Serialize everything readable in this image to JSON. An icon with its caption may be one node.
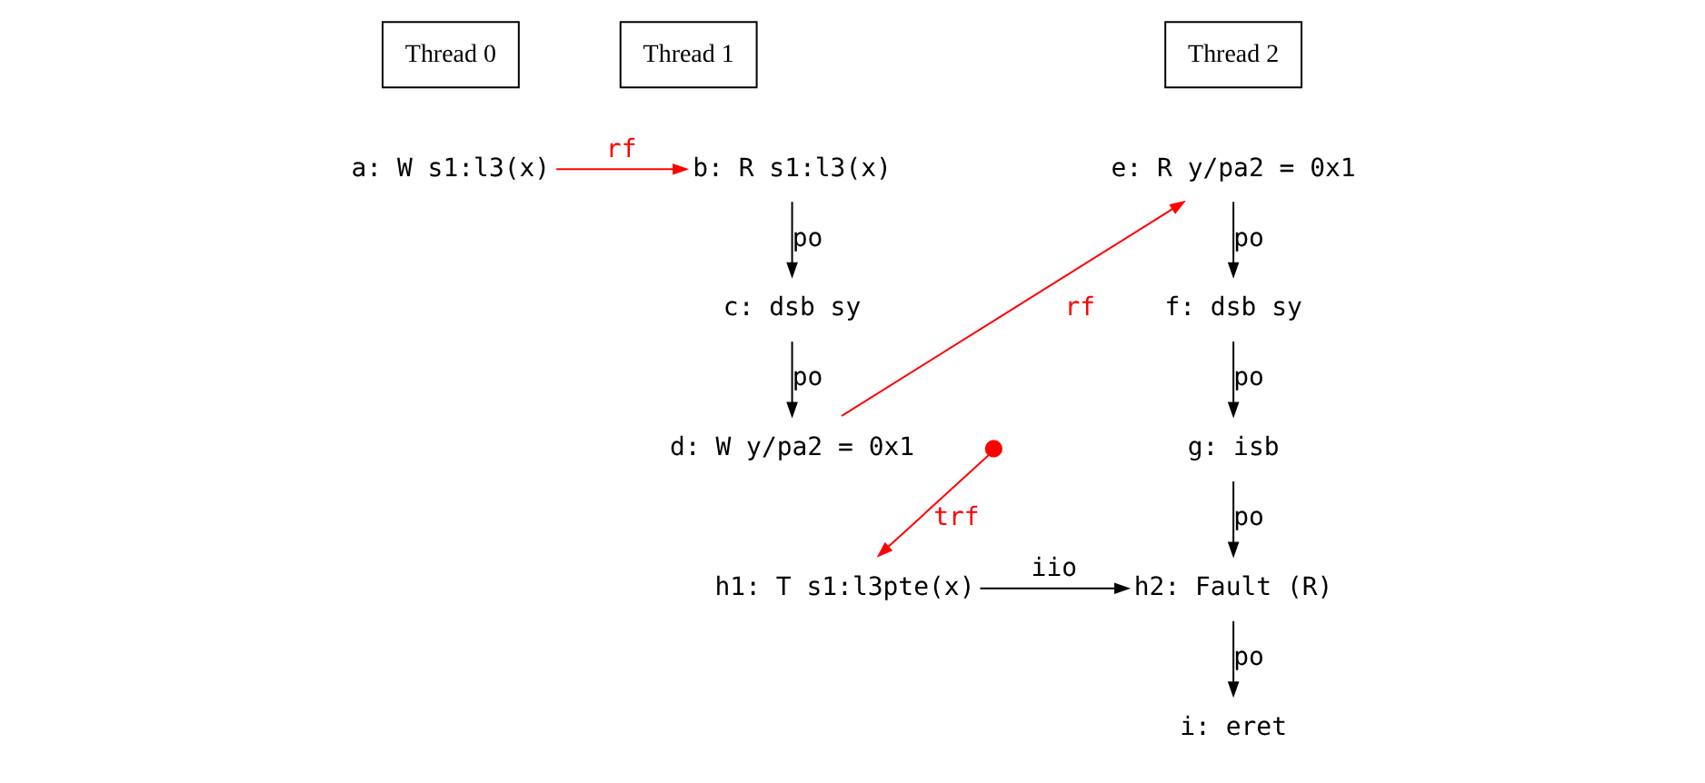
{
  "diagram": {
    "nodes": [
      {
        "text": [
          "Thread 0"
        ]
      },
      {
        "text": [
          "Thread 1"
        ]
      },
      {
        "text": [
          "Thread 2"
        ]
      },
      {
        "text": [
          "a: W s1:l3(x)"
        ]
      },
      {
        "text": [
          "b: R s1:l3(x)"
        ]
      },
      {
        "text": [
          "c: dsb sy"
        ]
      },
      {
        "text": [
          "d: W y/pa2 = 0x1"
        ]
      },
      {
        "text": [
          "e: R y/pa2 = 0x1"
        ]
      },
      {
        "text": [
          "f: dsb sy"
        ]
      },
      {
        "text": [
          "g: isb"
        ]
      },
      {
        "text": [],
        "shape": "circle"
      },
      {
        "text": [
          "h1: T s1:l3pte(x)"
        ]
      },
      {
        "text": [
          "h2: Fault (R)"
        ]
      },
      {
        "text": [
          "i: eret"
        ]
      }
    ],
    "edges": [
      {
        "from": 3,
        "to": 4,
        "arrow": "to",
        "label": "rf",
        "color": "#ff0000"
      },
      {
        "from": 4,
        "to": 5,
        "arrow": "to",
        "label": "po"
      },
      {
        "from": 5,
        "to": 6,
        "arrow": "to",
        "label": "po"
      },
      {
        "from": 6,
        "to": 7,
        "arrow": "to",
        "label": "rf",
        "color": "#ff0000"
      },
      {
        "from": 7,
        "to": 8,
        "arrow": "to",
        "label": "po"
      },
      {
        "from": 8,
        "to": 9,
        "arrow": "to",
        "label": "po"
      },
      {
        "from": 9,
        "to": 12,
        "arrow": "to",
        "label": "po"
      },
      {
        "from": 10,
        "to": 11,
        "arrow": "to",
        "label": "trf",
        "color": "#ff0000"
      },
      {
        "from": 11,
        "to": 12,
        "arrow": "to",
        "label": "iio"
      },
      {
        "from": 12,
        "to": 13,
        "arrow": "to",
        "label": "po"
      }
    ]
  }
}
